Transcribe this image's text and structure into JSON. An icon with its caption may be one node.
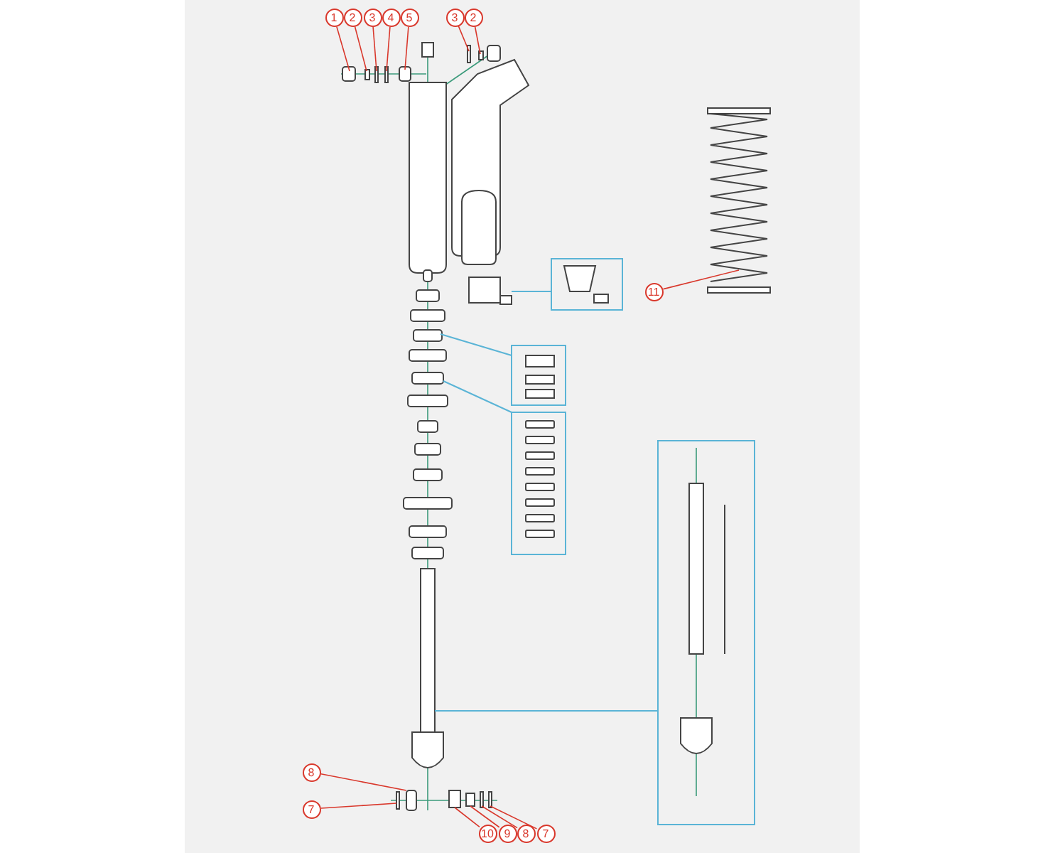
{
  "diagram": {
    "nodes": [
      {
        "text": [
          "1"
        ]
      },
      {
        "text": [
          "2"
        ]
      },
      {
        "text": [
          "3"
        ]
      },
      {
        "text": [
          "4"
        ]
      },
      {
        "text": [
          "5"
        ]
      },
      {
        "text": [
          "3"
        ]
      },
      {
        "text": [
          "2"
        ]
      },
      {
        "text": [
          "11"
        ]
      },
      {
        "text": [
          "8"
        ]
      },
      {
        "text": [
          "7"
        ]
      },
      {
        "text": [
          "10"
        ]
      },
      {
        "text": [
          "9"
        ]
      },
      {
        "text": [
          "8"
        ]
      },
      {
        "text": [
          "7"
        ]
      }
    ],
    "edges": [
      {
        "from": 0,
        "to": null,
        "arrow": "none"
      },
      {
        "from": 1,
        "to": null,
        "arrow": "none"
      },
      {
        "from": 2,
        "to": null,
        "arrow": "none"
      },
      {
        "from": 3,
        "to": null,
        "arrow": "none"
      },
      {
        "from": 4,
        "to": null,
        "arrow": "none"
      },
      {
        "from": 5,
        "to": null,
        "arrow": "none"
      },
      {
        "from": 6,
        "to": null,
        "arrow": "none"
      },
      {
        "from": 7,
        "to": null,
        "arrow": "none"
      },
      {
        "from": 8,
        "to": null,
        "arrow": "none"
      },
      {
        "from": 9,
        "to": null,
        "arrow": "none"
      },
      {
        "from": 10,
        "to": null,
        "arrow": "none"
      },
      {
        "from": 11,
        "to": null,
        "arrow": "none"
      },
      {
        "from": 12,
        "to": null,
        "arrow": "none"
      },
      {
        "from": 13,
        "to": null,
        "arrow": "none"
      }
    ]
  }
}
